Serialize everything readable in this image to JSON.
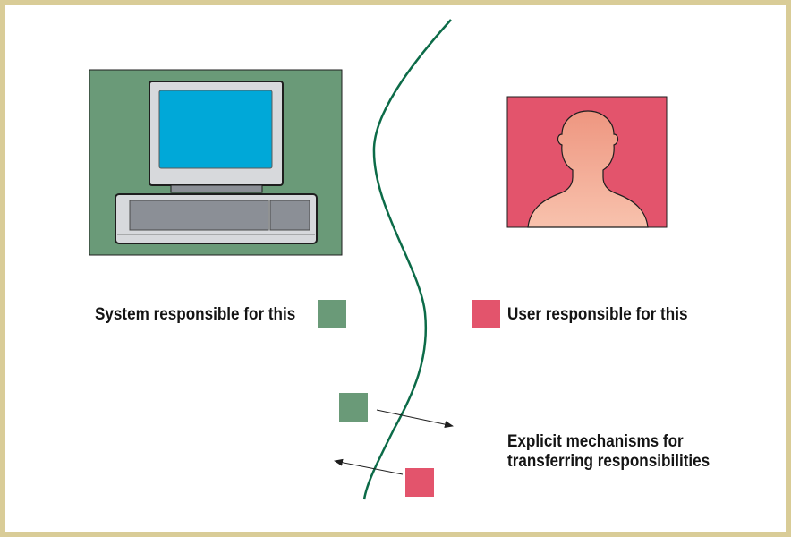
{
  "colors": {
    "system": "#6a9a78",
    "user": "#e3546c",
    "boundary": "#0c6b48",
    "border": "#d9cc97",
    "screen": "#00a8d8",
    "skin": "#f2a08a"
  },
  "icons": {
    "computer": "computer-icon",
    "person": "person-silhouette-icon",
    "arrow_right": "arrow-right-icon",
    "arrow_left": "arrow-left-icon"
  },
  "legend": {
    "system_label": "System responsible for this",
    "user_label": "User responsible for this"
  },
  "mechanism": {
    "line1": "Explicit mechanisms for",
    "line2": "transferring responsibilities"
  }
}
